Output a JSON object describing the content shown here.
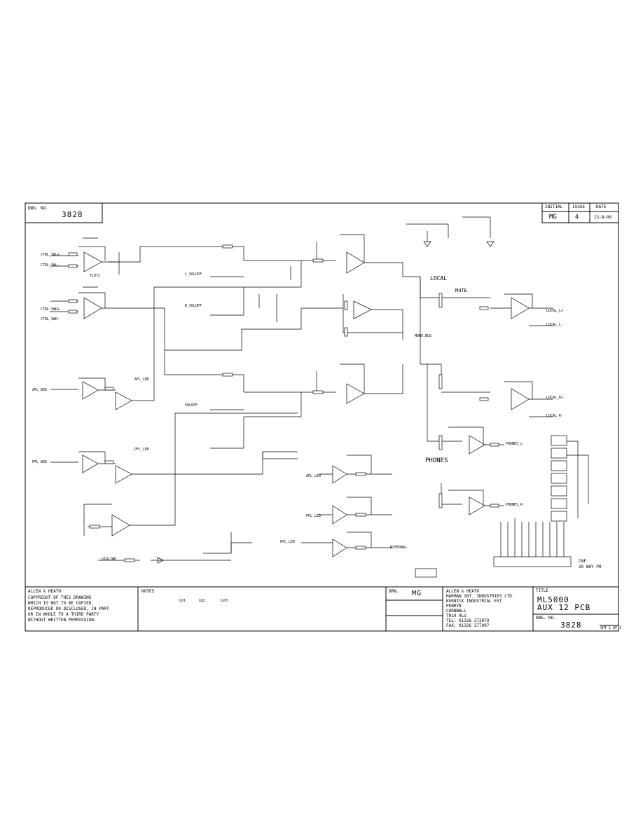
{
  "header": {
    "dwg_no_label": "DWG. NO.",
    "dwg_no": "3828",
    "initial_label": "INITIAL",
    "issue_label": "ISSUE",
    "date_label": "DATE",
    "initial_value": "MG",
    "issue_value": "4",
    "date_value": "15-8-00"
  },
  "schematic": {
    "net_labels": [
      "LOCAL",
      "MUTE",
      "PHONES",
      "MONO.BUS",
      "LOCAL_L+",
      "LOCAL_L-",
      "LOCAL_R+",
      "LOCAL_R-",
      "PHONES_L",
      "PHONES_R",
      "CTRL_SWL+",
      "CTRL_SWL-",
      "CTRL_SWR+",
      "CTRL_SWR-",
      "AFL_BUS",
      "PFL_BUS",
      "L_SOLOPF",
      "R_SOLOPF",
      "AFL_LED",
      "PFL_LED",
      "SOLOPF",
      "DIRLINE",
      "AFL_LED",
      "PFL_LED",
      "PFL_LED",
      "EXTERNAL"
    ],
    "ic_label": "TL072",
    "conn_label": "CNF",
    "conn_desc": "20 WAY PH"
  },
  "footer": {
    "copyright_lines": [
      "ALLEN & HEATH",
      "COPYRIGHT OF THIS DRAWING",
      "WHICH IS NOT TO BE COPIED,",
      "REPRODUCED OR DISCLOSED, IN PART",
      "OR IN WHOLE TO A THIRD PARTY",
      "WITHOUT WRITTEN PERMISSION."
    ],
    "notes_label": "NOTES",
    "notes_parts": [
      "LK1",
      "LK2",
      "LK3"
    ],
    "drn_label": "DRN.",
    "drn_value": "MG",
    "company_lines": [
      "ALLEN & HEATH",
      "HARMAN INT. INDUSTRIES LTD.",
      "KERNICK INDUSTRIAL EST",
      "PENRYN",
      "CORNWALL",
      "TR10 9LU",
      "TEL:   01326 372070",
      "FAX:   01326 377097"
    ],
    "title_label": "TITLE",
    "title_line1": "ML5000",
    "title_line2": "AUX 12 PCB",
    "dwg_no_label": "DWG. NO.",
    "dwg_no": "3828",
    "sheet_ref": "SHT 1 OF 1"
  }
}
